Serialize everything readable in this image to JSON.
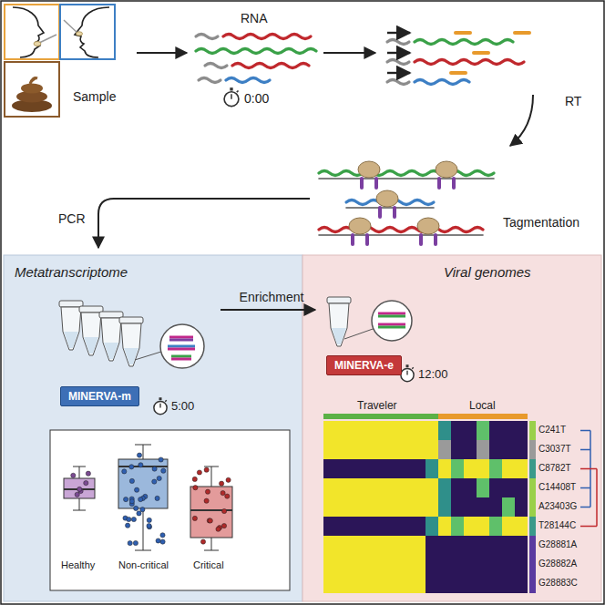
{
  "diagram": {
    "nodes": [
      {
        "text": [
          "Metatranscriptome"
        ]
      },
      {
        "text": [
          "MINERVA-m"
        ],
        "in": 0
      },
      {
        "text": [
          "Viral genomes"
        ]
      },
      {
        "text": [
          "MINERVA-e"
        ],
        "in": 2
      }
    ],
    "edges": [
      {
        "from": 0,
        "to": 2,
        "arrow": "to",
        "label": "Enrichment"
      }
    ],
    "labels": [
      "Sample",
      "RNA",
      "0:00",
      "RT",
      "Tagmentation",
      "PCR",
      "5:00",
      "Healthy",
      "Non-critical",
      "Critical",
      "12:00",
      "Traveler",
      "Local",
      "C241T",
      "C3037T",
      "C8782T",
      "C14408T",
      "A23403G",
      "T28144C",
      "G28881A",
      "G28882A",
      "G28883C"
    ]
  }
}
